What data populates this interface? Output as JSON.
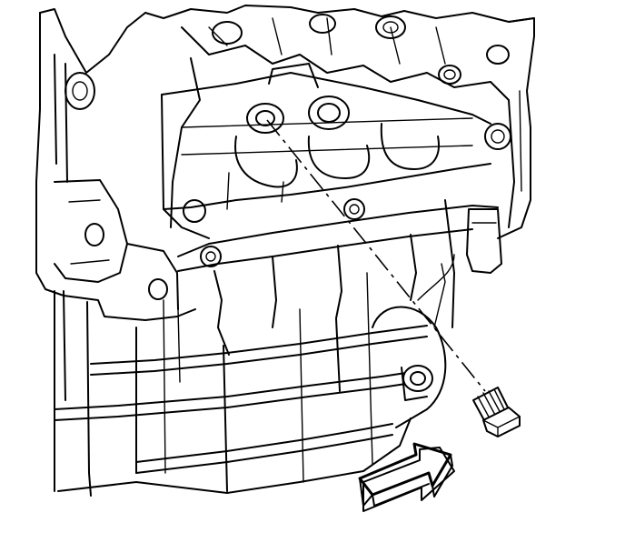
{
  "figure": {
    "subject": "engine-block-with-oil-gallery-plug",
    "components": [
      {
        "name": "engine-block",
        "icon": "engine-block-icon"
      },
      {
        "name": "oil-pan",
        "icon": "oil-pan-icon"
      },
      {
        "name": "oil-gallery-plug",
        "icon": "threaded-plug-icon"
      },
      {
        "name": "plug-bore",
        "icon": "bore-hole-icon"
      },
      {
        "name": "direction-arrow",
        "icon": "block-arrow-icon"
      }
    ],
    "colors": {
      "line": "#000000",
      "background": "#ffffff"
    }
  }
}
